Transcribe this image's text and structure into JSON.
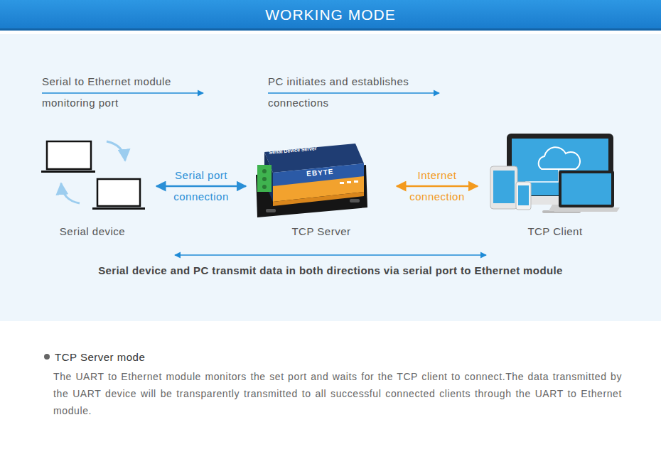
{
  "diagram": {
    "title": "WORKING MODE",
    "nodes": [
      {
        "text": [
          "Serial device"
        ]
      },
      {
        "text": [
          "TCP Server"
        ]
      },
      {
        "text": [
          "TCP Client"
        ]
      }
    ],
    "edges": [
      {
        "from": 0,
        "to": 1,
        "label": "Serial port connection",
        "arrow": "both"
      },
      {
        "from": 1,
        "to": 2,
        "label": "Internet connection",
        "arrow": "both"
      }
    ],
    "labels": [
      "Serial to Ethernet module monitoring port",
      "PC initiates and establishes connections",
      "Serial Device Server",
      "EBYTE",
      "Serial device and PC transmit data in both directions via serial port to Ethernet module",
      "TCP Server mode",
      "The UART to Ethernet module monitors the set port and waits for the TCP client to connect.The data transmitted by the UART device will be transparently transmitted to all successful connected clients through the UART to Ethernet module."
    ]
  }
}
